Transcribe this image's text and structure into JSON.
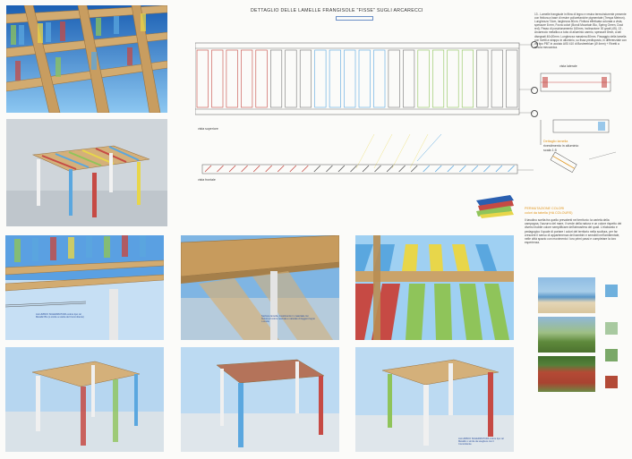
{
  "drawing": {
    "title": "DETTAGLIO DELLE LAMELLE FRANGISOLE \"FISSE\" SUGLI ARCARECCI",
    "label_top_view": "vista superiore",
    "label_front_view": "vista frontale",
    "label_side_view": "vista laterale",
    "detail_note_title": "Dettaglio lamella",
    "detail_note_body": "rivestimento in alluminio scala 1:5"
  },
  "spec_text": "13 - Lamelle frangisole in fibra di legno e resina termoindurente presente con finitura a base di resine poliuretaniche pigmentate (Trespa Meteon). Lunghezza 74cm, larghezza 80cm. Finitura effettuata colorata a vista, spessore 8 mm, Forza colori (Bondi Mountain Blu, Spring Green, Dust red). Passo di posizionamento 160mm, inclinazione 30 gradi (45). 13 - Arcareccio metallico a tubo di alluminio carmio, spessore 8mm, a lati disegnati 40x20mm. Lunghezza massima 80mm. Fissaggio della lamella con rivetti a strappo in alluminio, su fissa predisposto, in differenziale con viti tipo PBT in acciaio AISI 410 di Bostreeblum (Ø 4mm) + Rivetti a tenuta meccanica.",
  "palette": {
    "heading": "PERMUTAZIONE COLORI",
    "subheading": "colori da tabella (HA COLOURS)",
    "body": "Il tavolino scelta fra quello prevalenti nel territorio: la varietà della campagna, l'azzurro del mare, il verde della natura e un colore rispetto dei diversi mobile colore semplificare dell'atmosfera dei quali. L'elaborato e pedagogico il quale di portare i colori del territorio nella scultura, per far crescere il senso di appartenenza dei bambini e sensibili nell'ambientale, nelle città spazio con movimento i loro primi passi e completare la loro esperienza.",
    "swatch_colors": [
      "#6fb0dd",
      "#a8c9a0",
      "#7aa868",
      "#b34a37"
    ]
  },
  "captions": {
    "render_a": "ALLUMINIO SCHERMATURA colore tipo ral Metallic Blu (o simile a scelta del Committente)",
    "render_b": "Sezione lamella, rivestimento in materiale con finitura al colore neutrale e naturale di leggero legno o simile",
    "render_c": "ALLUMINIO SCHERMATURA colore tipo ral Metallic o simile da scegliere con il Committente"
  },
  "icons": {
    "section_marker": "section-marker-icon"
  },
  "colors": {
    "red": "#c64a44",
    "blue": "#5aa7df",
    "green": "#8fc45a",
    "yellow": "#e8d64a",
    "wood": "#caa36a",
    "accent": "#e0951d"
  }
}
